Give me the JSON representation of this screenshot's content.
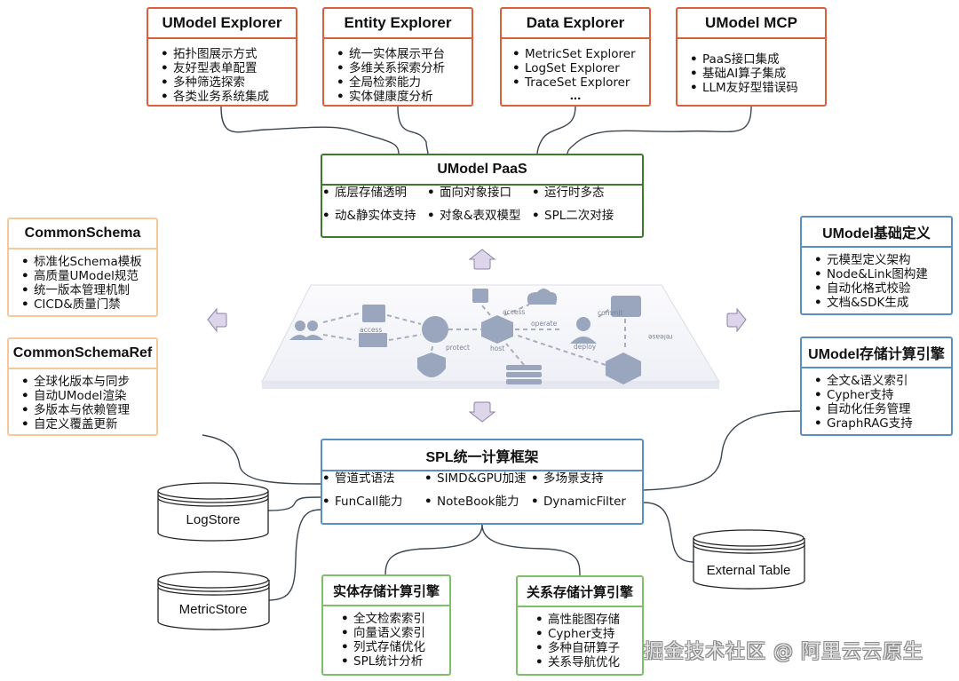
{
  "top_boxes": [
    {
      "title": "UModel Explorer",
      "items": [
        "拓扑图展示方式",
        "友好型表单配置",
        "多种筛选探索",
        "各类业务系统集成"
      ]
    },
    {
      "title": "Entity Explorer",
      "items": [
        "统一实体展示平台",
        "多维关系探索分析",
        "全局检索能力",
        "实体健康度分析"
      ]
    },
    {
      "title": "Data Explorer",
      "items": [
        "MetricSet Explorer",
        "LogSet Explorer",
        "TraceSet Explorer"
      ],
      "more": "..."
    },
    {
      "title": "UModel MCP",
      "items": [
        "PaaS接口集成",
        "基础AI算子集成",
        "LLM友好型错误码"
      ]
    }
  ],
  "paas": {
    "title": "UModel PaaS",
    "items": [
      "底层存储透明",
      "面向对象接口",
      "运行时多态",
      "动&静实体支持",
      "对象&表双模型",
      "SPL二次对接"
    ]
  },
  "left_boxes": [
    {
      "title": "CommonSchema",
      "items": [
        "标准化Schema模板",
        "高质量UModel规范",
        "统一版本管理机制",
        "CICD&质量门禁"
      ]
    },
    {
      "title": "CommonSchemaRef",
      "items": [
        "全球化版本与同步",
        "自动UModel渲染",
        "多版本与依赖管理",
        "自定义覆盖更新"
      ]
    }
  ],
  "right_boxes": [
    {
      "title": "UModel基础定义",
      "items": [
        "元模型定义架构",
        "Node&Link图构建",
        "自动化格式校验",
        "文档&SDK生成"
      ]
    },
    {
      "title": "UModel存储计算引擎",
      "items": [
        "全文&语义索引",
        "Cypher支持",
        "自动化任务管理",
        "GraphRAG支持"
      ]
    }
  ],
  "spl": {
    "title": "SPL统一计算框架",
    "items": [
      "管道式语法",
      "SIMD&GPU加速",
      "多场景支持",
      "FunCall能力",
      "NoteBook能力",
      "DynamicFilter"
    ]
  },
  "bottom_boxes": [
    {
      "title": "实体存储计算引擎",
      "items": [
        "全文检索索引",
        "向量语义索引",
        "列式存储优化",
        "SPL统计分析"
      ]
    },
    {
      "title": "关系存储计算引擎",
      "items": [
        "高性能图存储",
        "Cypher支持",
        "多种自研算子",
        "关系导航优化"
      ]
    }
  ],
  "stores": [
    "LogStore",
    "MetricStore",
    "External Table"
  ],
  "illustration_labels": [
    "access",
    "protect",
    "access",
    "host",
    "operate",
    "commit",
    "deploy",
    "release"
  ],
  "arrows": {
    "up": "arrow-up-icon",
    "down": "arrow-down-icon",
    "left": "arrow-left-icon",
    "right": "arrow-right-icon"
  },
  "colors": {
    "top_border": "#d9603b",
    "left_border": "#f6c99b",
    "paas_border": "#3d7a2f",
    "engine_border": "#7fbf6a",
    "blue_border": "#5a8fc0",
    "arrow_fill": "#ddd5ea",
    "arrow_stroke": "#8b82a6"
  },
  "watermark": "掘金技术社区 @ 阿里云云原生"
}
